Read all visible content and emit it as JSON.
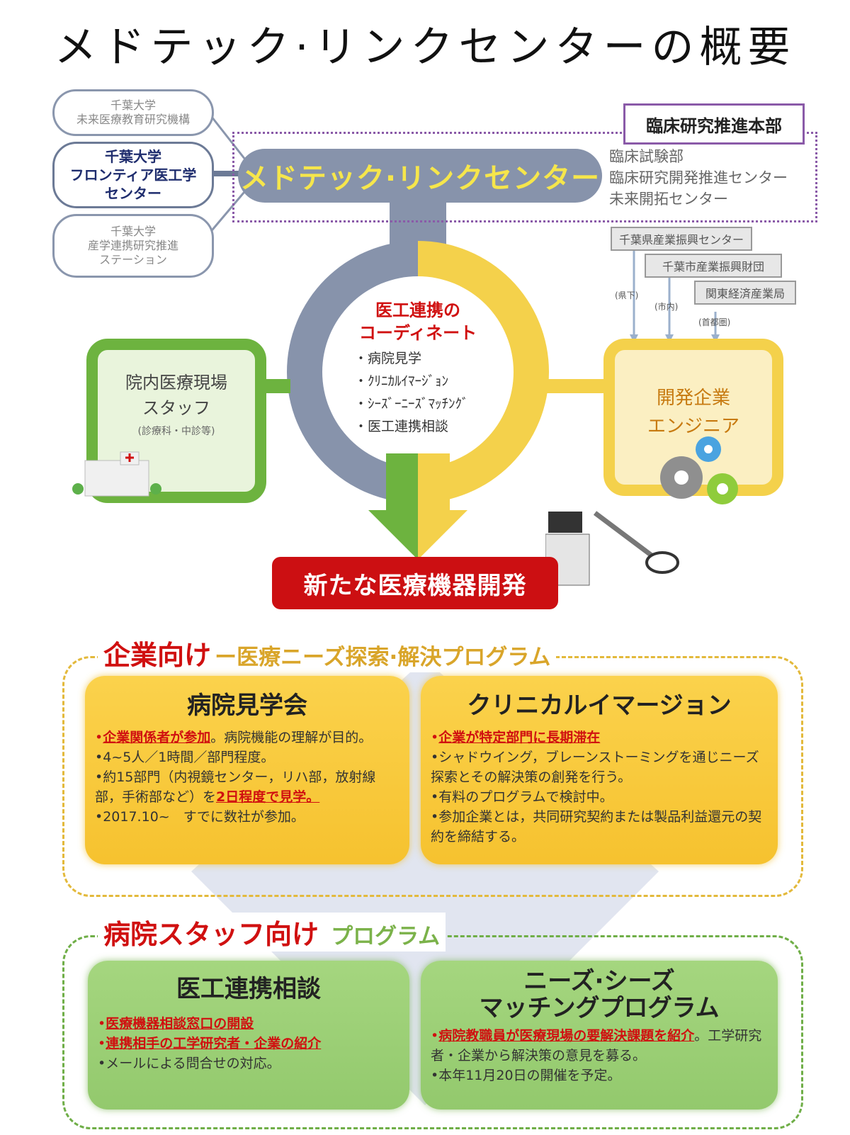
{
  "title": "メドテック·リンクセンターの概要",
  "left_orgs": [
    "千葉大学\n未来医療教育研究機構",
    "千葉大学\nフロンティア医工学\nセンター",
    "千葉大学\n産学連携研究推進\nステーション"
  ],
  "center_name": "メドテック·リンクセンター",
  "hq": "臨床研究推進本部",
  "hq_units": [
    "臨床試験部",
    "臨床研究開発推進センター",
    "未来開拓センター"
  ],
  "support_orgs": [
    "千葉県産業振興センター",
    "千葉市産業振興財団",
    "関東経済産業局"
  ],
  "support_notes": [
    "(県下)",
    "(市内)",
    "(首都圏)"
  ],
  "coordinate": {
    "title": "医工連携の\nコーディネート",
    "items": [
      "・病院見学",
      "・ｸﾘﾆｶﾙｲﾏｰｼﾞｮﾝ",
      "・ｼｰｽﾞｰﾆｰｽﾞﾏｯﾁﾝｸﾞ",
      "・医工連携相談"
    ]
  },
  "hospital_staff": {
    "title": "院内医療現場\nスタッフ",
    "sub": "(診療科・中診等)"
  },
  "company": {
    "title": "開発企業\nエンジニア"
  },
  "result": "新たな医療機器開発",
  "corp_section": {
    "title": "企業向け",
    "subtitle": "ー医療ニーズ探索·解決プログラム"
  },
  "card_tour": {
    "title": "病院見学会",
    "b1_red": "企業関係者が参加",
    "b1_rest": "。病院機能の理解が目的。",
    "b2": "•4~5人／1時間／部門程度。",
    "b3": "•約15部門（内視鏡センター，リハ部，放射線部，手術部など）を",
    "b3_red": "2日程度で見学。",
    "b4": "•2017.10~　すでに数社が参加。"
  },
  "card_immersion": {
    "title": "クリニカルイマージョン",
    "b1_red": "企業が特定部門に長期滞在",
    "b2": "•シャドウイング，ブレーンストーミングを通じニーズ探索とその解決策の創発を行う。",
    "b3": "•有料のプログラムで検討中。",
    "b4": "•参加企業とは，共同研究契約または製品利益還元の契約を締結する。"
  },
  "staff_section": {
    "title": "病院スタッフ向け",
    "subtitle": "プログラム"
  },
  "card_consult": {
    "title": "医工連携相談",
    "b1_red": "医療機器相談窓口の開設",
    "b2_red": "連携相手の工学研究者・企業の紹介",
    "b3": "•メールによる問合せの対応。"
  },
  "card_matching": {
    "title": "ニーズ·シーズ\nマッチングプログラム",
    "b1_red": "病院教職員が医療現場の要解決課題を紹介",
    "b1_rest": "。工学研究者・企業から解決策の意見を募る。",
    "b2": "•本年11月20日の開催を予定。"
  },
  "colors": {
    "navy": "#8793ab",
    "yellow": "#f6e64b",
    "green": "#6db33f",
    "gold": "#f4d14b",
    "red": "#cc0f12",
    "purple": "#8a5aa8"
  }
}
